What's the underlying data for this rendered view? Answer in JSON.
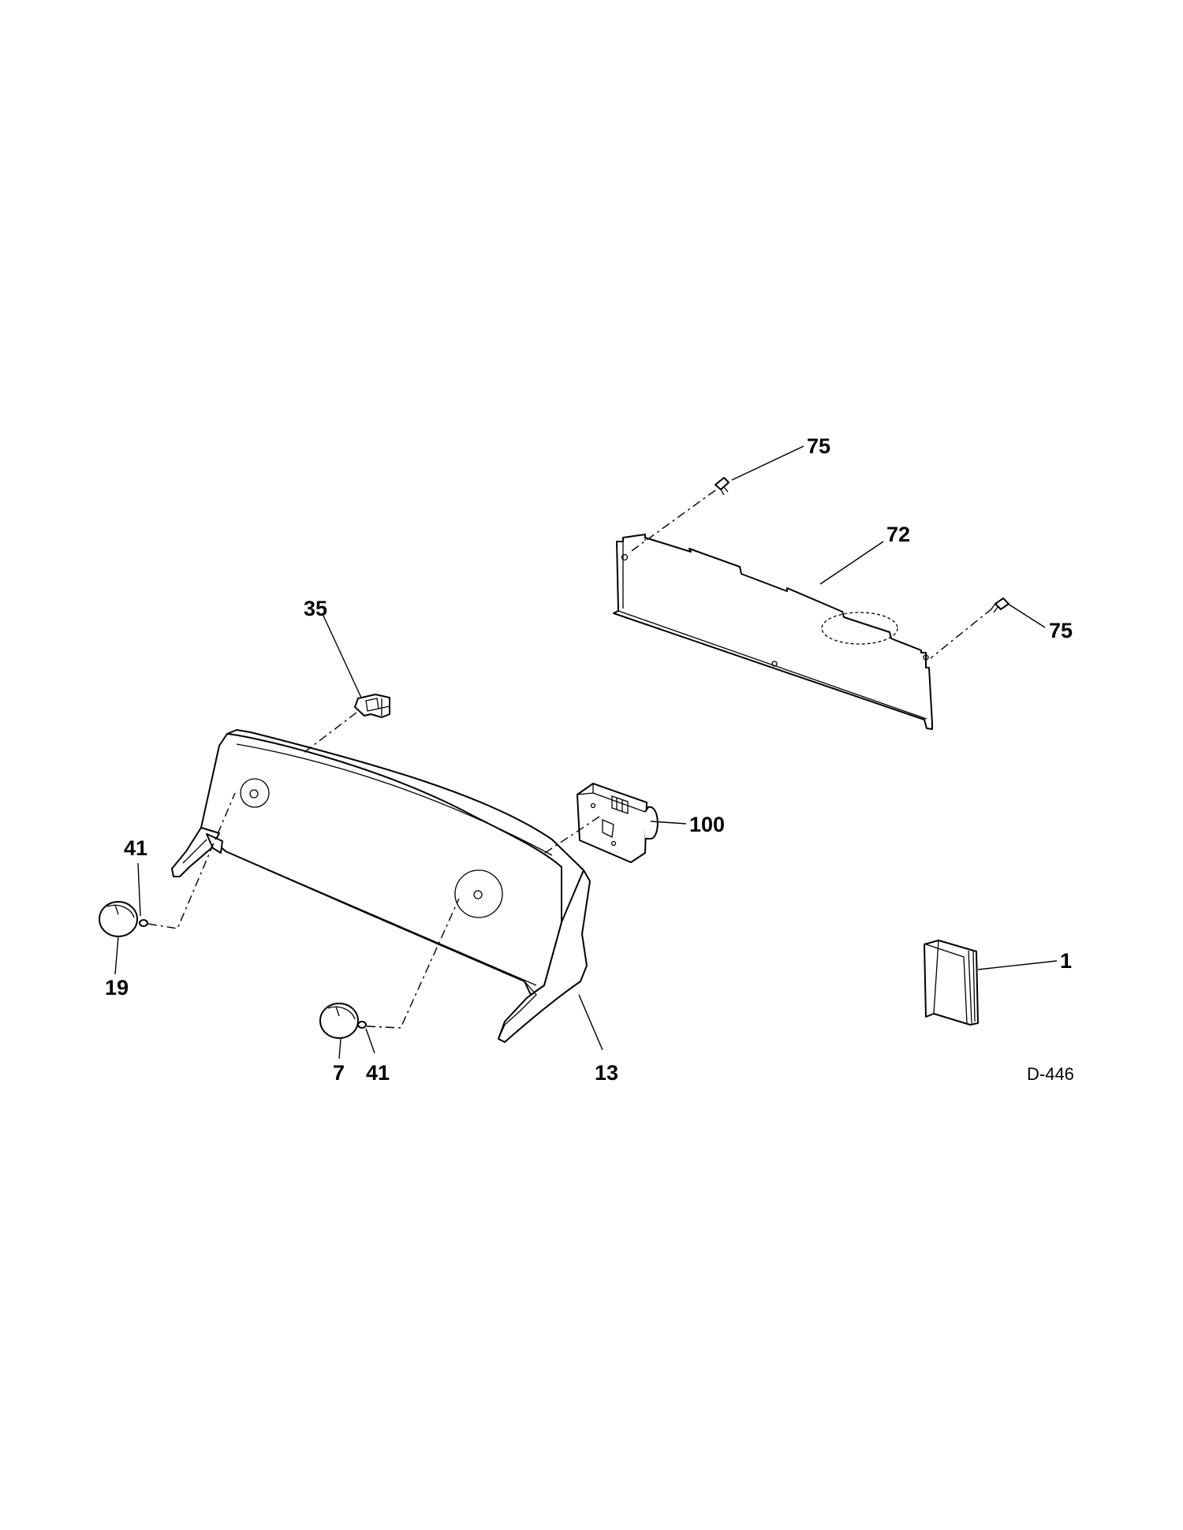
{
  "diagram": {
    "figure_id": "D-446",
    "callouts": {
      "screw_top": "75",
      "panel": "72",
      "screw_right": "75",
      "switch": "35",
      "timer": "100",
      "seal_left": "41",
      "knob_left": "19",
      "manual": "1",
      "knob_center": "7",
      "seal_center": "41",
      "console": "13"
    }
  }
}
